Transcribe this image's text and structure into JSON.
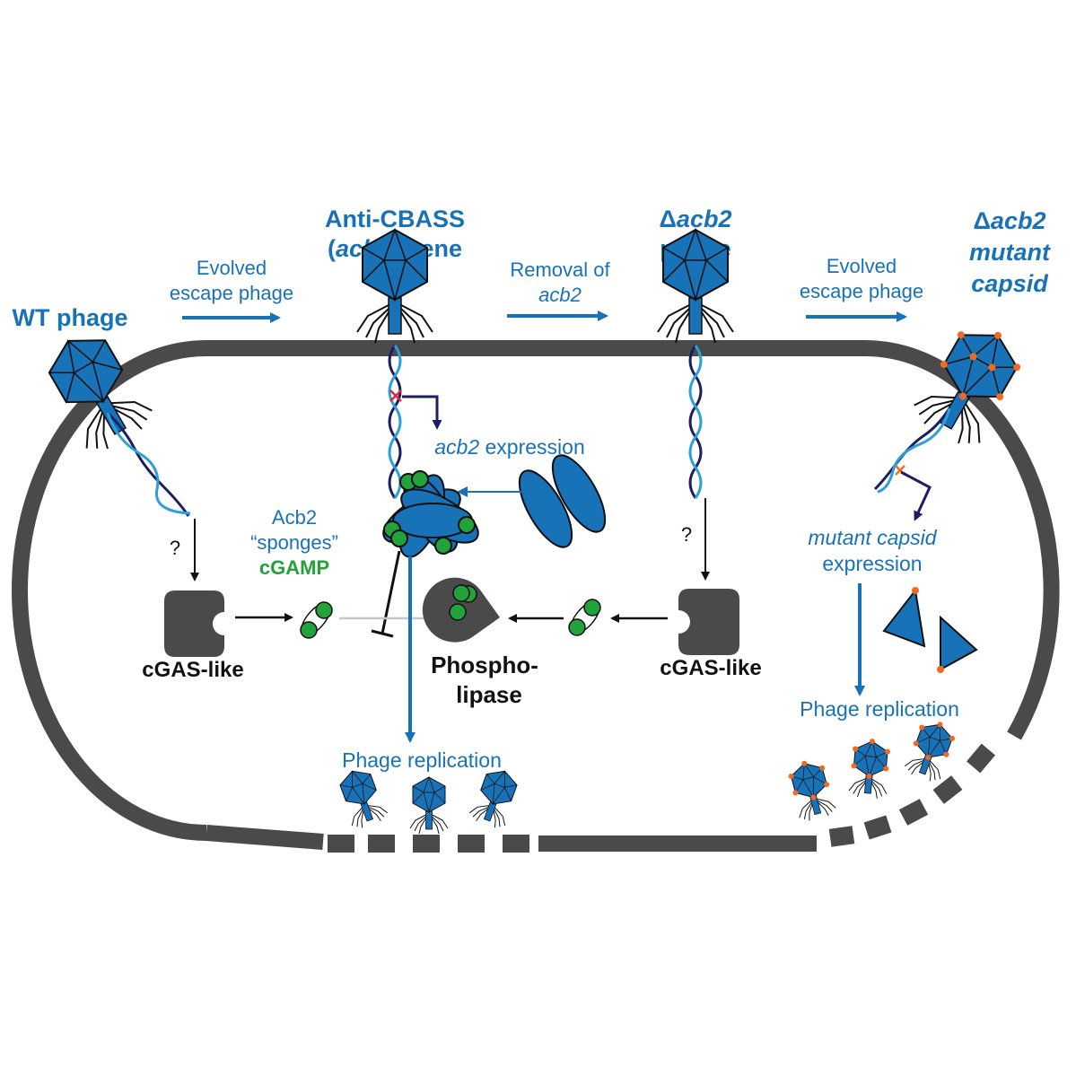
{
  "labels": {
    "wt_phage": "WT phage",
    "evolved_1_line1": "Evolved",
    "evolved_1_line2": "escape phage",
    "anticbass_line1": "Anti-CBASS",
    "anticbass_line2_open": "(",
    "anticbass_line2_gene": "acb2",
    "anticbass_line2_close": ") gene",
    "removal_line1": "Removal of",
    "removal_line2": "acb2",
    "dacb2_line1_delta": "Δ",
    "dacb2_line1_gene": "acb2",
    "dacb2_line2": "phage",
    "evolved_2_line1": "Evolved",
    "evolved_2_line2": "escape phage",
    "mutant_line1_delta": "Δ",
    "mutant_line1_gene": "acb2",
    "mutant_line2": "mutant",
    "mutant_line3": "capsid",
    "acb2_expr_gene": "acb2",
    "acb2_expr_word": " expression",
    "sponge_line1": "Acb2",
    "sponge_line2": "“sponges”",
    "sponge_line3": "cGAMP",
    "question_left": "?",
    "question_right": "?",
    "cgas_left": "cGAS-like",
    "cgas_right": "cGAS-like",
    "phospho_line1": "Phospho-",
    "phospho_line2": "lipase",
    "phage_rep_center": "Phage replication",
    "phage_rep_right": "Phage replication",
    "mutant_expr_line1": "mutant capsid",
    "mutant_expr_line2": "expression"
  },
  "colors": {
    "phage_blue": "#1872b8",
    "cell_gray": "#4a4a4a",
    "cgamp_green": "#22a23a",
    "mutation_orange": "#f06a22",
    "arrow_navy": "#1b1f5e",
    "inactive_arrow": "#c8c8c8"
  }
}
